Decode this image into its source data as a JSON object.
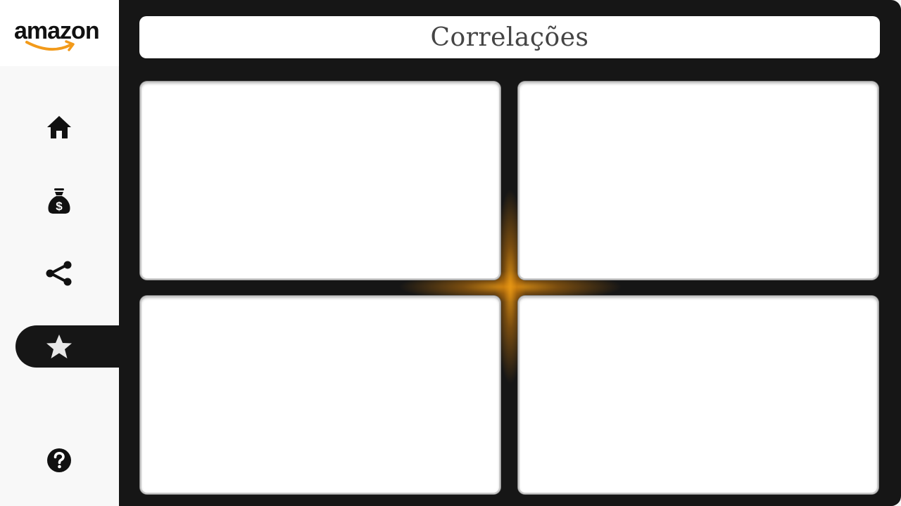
{
  "sidebar": {
    "logo": {
      "text": "amazon",
      "smile_color": "#f29a1a"
    },
    "items": [
      {
        "id": "home",
        "icon": "home-icon",
        "active": false
      },
      {
        "id": "finance",
        "icon": "money-bag-icon",
        "active": false
      },
      {
        "id": "share",
        "icon": "share-icon",
        "active": false
      },
      {
        "id": "favorites",
        "icon": "star-icon",
        "active": true
      },
      {
        "id": "help",
        "icon": "help-icon",
        "active": false
      }
    ]
  },
  "header": {
    "title": "Correlações"
  },
  "colors": {
    "background_dark": "#161616",
    "sidebar": "#f8f8f8",
    "accent_glow": "#e6961a",
    "title_text": "#444444"
  },
  "panels": [
    {
      "id": "panel-top-left"
    },
    {
      "id": "panel-top-right"
    },
    {
      "id": "panel-bottom-left"
    },
    {
      "id": "panel-bottom-right"
    }
  ]
}
